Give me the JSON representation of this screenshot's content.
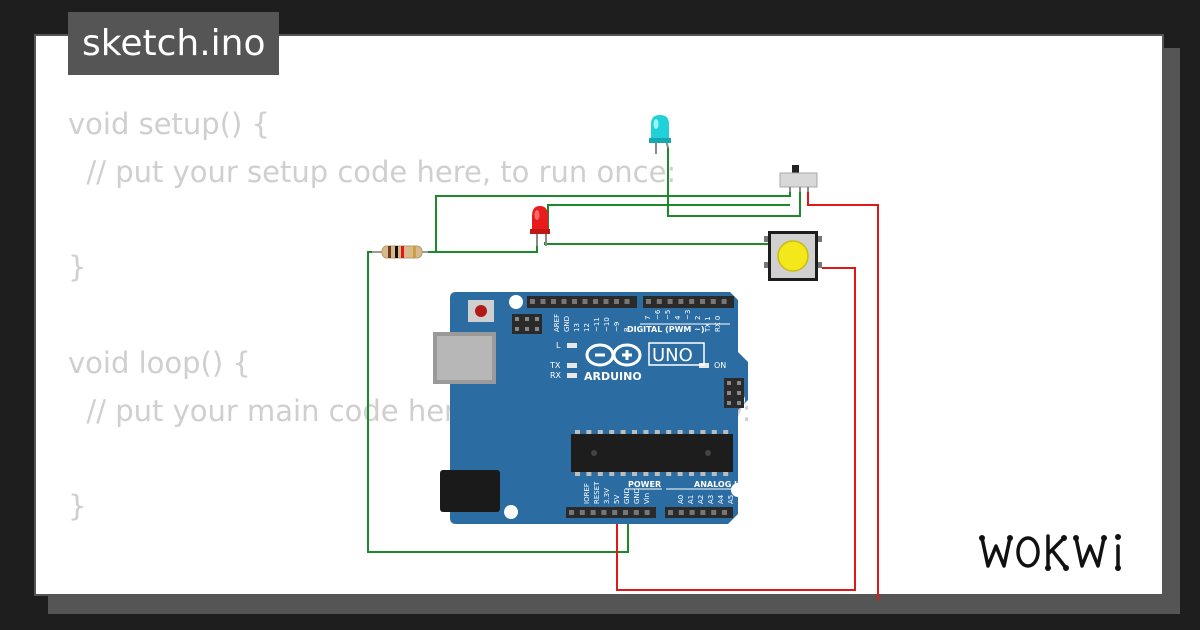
{
  "editor": {
    "filename": "sketch.ino",
    "code_lines": [
      "void setup() {",
      "  // put your setup code here, to run once:",
      "",
      "}",
      "",
      "void loop() {",
      "  // put your main code here, to run repeatedly:",
      "",
      "}"
    ]
  },
  "board": {
    "brand": "ARDUINO",
    "model": "UNO",
    "digital_header": "DIGITAL (PWM ~)",
    "power_header": "POWER",
    "analog_header": "ANALOG IN",
    "on_label": "ON",
    "l_label": "L",
    "tx_label": "TX",
    "rx_label": "RX",
    "digital_pins": [
      "AREF",
      "GND",
      "13",
      "12",
      "~11",
      "~10",
      "~9",
      "8",
      "7",
      "~6",
      "~5",
      "4",
      "~3",
      "2",
      "TX 1",
      "RX 0"
    ],
    "power_pins": [
      "IOREF",
      "RESET",
      "3.3V",
      "5V",
      "GND",
      "GND",
      "Vin"
    ],
    "analog_pins": [
      "A0",
      "A1",
      "A2",
      "A3",
      "A4",
      "A5"
    ]
  },
  "brand": {
    "logo": "WOKWI"
  },
  "colors": {
    "background": "#1e1e1e",
    "card": "#ffffff",
    "tab": "#555555",
    "code_text": "#cfcfcf",
    "board": "#2b6ca3",
    "wire_green": "#1a8a2a",
    "wire_red": "#e01818",
    "led_red": "#e81c1c",
    "led_cyan": "#22d0d8",
    "button_cap": "#f2e81a"
  }
}
